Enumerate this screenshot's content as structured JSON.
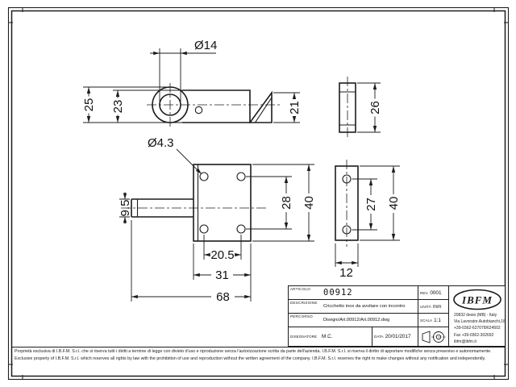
{
  "dims": {
    "knob_diameter": "Ø14",
    "top_total": "25",
    "top_body": "23",
    "top_tip": "21",
    "plate_side": "26",
    "hole_dia": "Ø4.3",
    "bolt_h": "9.5",
    "holes_v": "28",
    "body_h": "40",
    "holes_h": "20.5",
    "body_w": "31",
    "total_w": "68",
    "plate_holes": "27",
    "plate_h": "40",
    "plate_w": "12"
  },
  "title_block": {
    "articolo": {
      "label": "ARTICOLO",
      "value": "00912"
    },
    "rev": {
      "label": "REV.",
      "value": "0001"
    },
    "descrizione": {
      "label": "DESCRIZIONE",
      "value": "Cricchetto inox da avvitare con incontro"
    },
    "unita": {
      "label": "UNITÀ",
      "value": "mm"
    },
    "percorso": {
      "label": "PERCORSO",
      "value": "Disegni/Art.00912/Art.00912.dwg"
    },
    "scala": {
      "label": "SCALA",
      "value": "1:1"
    },
    "disegnatore": {
      "label": "DISEGNATORE",
      "value": "M.C."
    },
    "data": {
      "label": "DATA",
      "value": "20/01/2017"
    },
    "company": {
      "logo_text": "IBFM",
      "address": [
        "20832 desio (MB) - Italy",
        "Via Lavorator.Autobianchi,18",
        "+39-0362-627078/624502",
        "Fax +39-0362-302692",
        "ibfm@ibfm.it"
      ]
    }
  },
  "legal": {
    "it": "Proprietà esclusiva di I.B.F.M. S.r.l. che si riserva tutti i diritti a termine di legge con divieto d'uso e riproduzione senza l'autorizzazione scritta da parte dell'azienda. I.B.F.M. S.r.l. si riserva il diritto di apportare modifiche senza preavviso e autonomamente.",
    "en": "Exclusive property of I.B.F.M. S.r.l. which reserves all rights by law with the prohibition of use and reproduction without the written agreement of the company. I.B.F.M. S.r.l. reserves the right to make changes without any notification and independently."
  }
}
